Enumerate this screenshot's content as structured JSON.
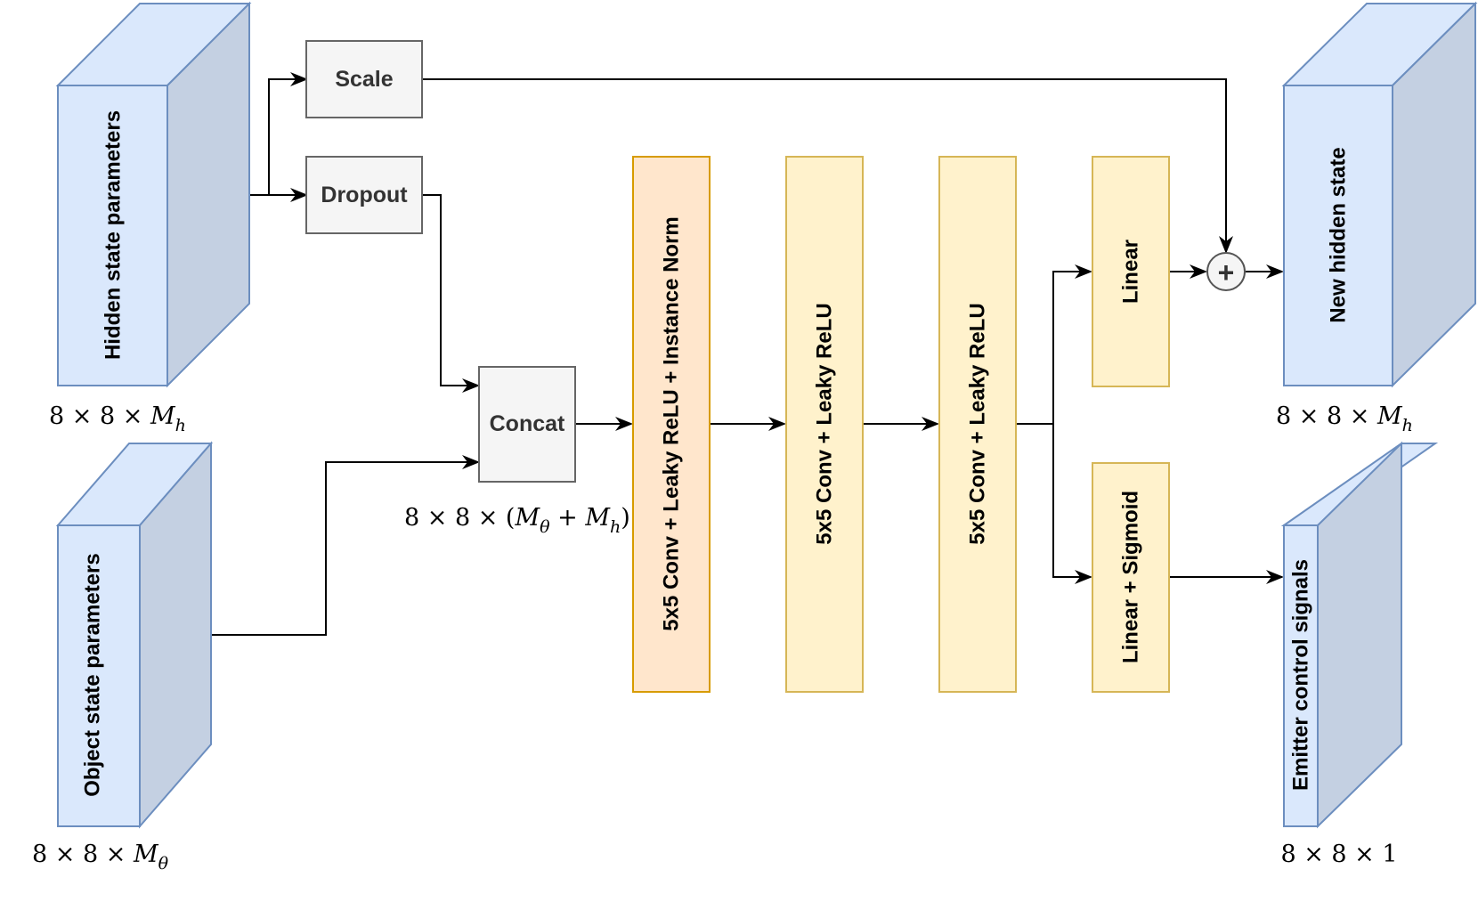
{
  "cubes": {
    "hidden_state": {
      "label": "Hidden state parameters",
      "dims": "8 × 8 × M_h"
    },
    "object_state": {
      "label": "Object state parameters",
      "dims": "8 × 8 × M_θ"
    },
    "new_hidden_state": {
      "label": "New hidden state",
      "dims": "8 × 8 × M_h"
    },
    "emitter_control": {
      "label": "Emitter control signals",
      "dims": "8 × 8 × 1"
    }
  },
  "boxes": {
    "scale": "Scale",
    "dropout": "Dropout",
    "concat": "Concat",
    "concat_dims": "8 × 8 × (M_θ + M_h)"
  },
  "layers": {
    "conv1": "5x5 Conv + Leaky ReLU + Instance Norm",
    "conv2": "5x5 Conv + Leaky ReLU",
    "conv3": "5x5 Conv + Leaky ReLU",
    "linear": "Linear",
    "linear_sigmoid": "Linear + Sigmoid"
  },
  "symbols": {
    "add": "+"
  },
  "colors": {
    "cube_front": "#dae8fc",
    "cube_side": "#c4d0e2",
    "cube_stroke": "#6c8ebf",
    "gray_fill": "#f5f5f5",
    "gray_stroke": "#666666",
    "orange_fill": "#ffe6cc",
    "orange_stroke": "#d79b00",
    "yellow_fill": "#fff2cc",
    "yellow_stroke": "#d6b656"
  }
}
